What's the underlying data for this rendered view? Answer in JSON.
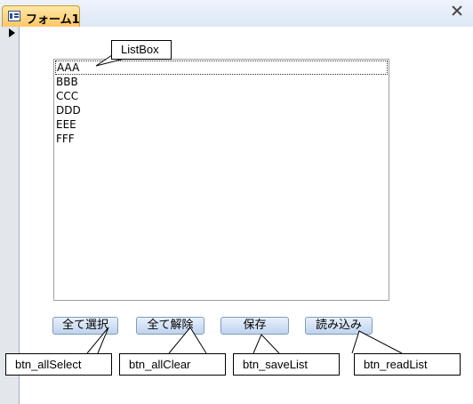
{
  "form": {
    "tab_label": "フォーム1"
  },
  "listbox": {
    "items": [
      "AAA",
      "BBB",
      "CCC",
      "DDD",
      "EEE",
      "FFF"
    ]
  },
  "buttons": {
    "select_all": "全て選択",
    "clear_all": "全て解除",
    "save": "保存",
    "load": "読み込み"
  },
  "callouts": {
    "listbox": "ListBox",
    "select_all": "btn_allSelect",
    "clear_all": "btn_allClear",
    "save": "btn_saveList",
    "load": "btn_readList"
  },
  "icons": {
    "form_tab": "form-icon",
    "record_selector": "triangle-right-icon",
    "close": "close-icon"
  },
  "colors": {
    "tab_active": "#ffc766",
    "button_face": "#bfd3ee",
    "button_border": "#7f9db9"
  }
}
